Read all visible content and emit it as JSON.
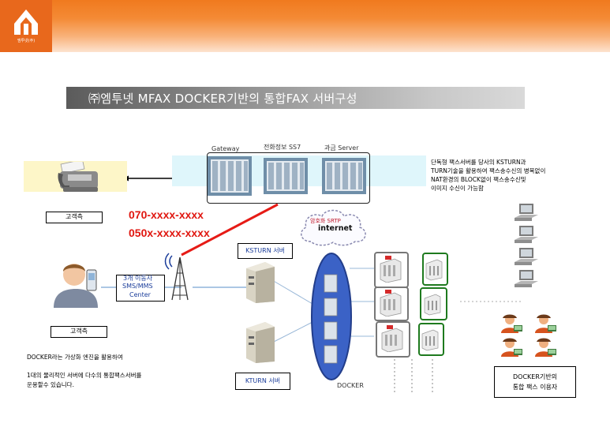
{
  "logo": {
    "text": "엠투넷(주)"
  },
  "title": "㈜엠투넷 MFAX   DOCKER기반의 통합FAX 서버구성",
  "servers": {
    "gateway": "Gateway",
    "ss7": "전화정보 SS7",
    "billing": "과금 Server"
  },
  "description": [
    "단독형 팩스서버를 당사의 KSTURN과",
    "TURN기술을 활용하여 팩스송수신의 병목없이",
    "NAT환경의 BLOCK없이 팩스송수신및",
    "이미지 수신이 가능함"
  ],
  "customer_label_top": "고객측",
  "customer_label_bottom": "고객측",
  "phone_numbers": [
    "070-xxxx-xxxx",
    "050x-xxxx-xxxx"
  ],
  "cloud": {
    "line1": "암호화 SRTP",
    "line2": "internet"
  },
  "ksturn_label": "KSTURN 서버",
  "kturn_label": "KTURN 서버",
  "sms_center": {
    "line1": "3개 이동사",
    "line2": "SMS/MMS",
    "line3": "Center"
  },
  "docker_label": "DOCKER",
  "docker_desc": {
    "line1": "DOCKER라는 가상화 엔진을 활용하여",
    "line2": "1대의 물리적인 서버에 다수의 통합팩스서버를",
    "line3": "운용할수 있습니다."
  },
  "users_box": {
    "line1": "DOCKER기반의",
    "line2": "통합 팩스 이용자"
  },
  "colors": {
    "accent_orange": "#f07a1e",
    "red": "#e0160f",
    "green": "#1e7a1e",
    "oval_blue": "#3b62c6"
  }
}
